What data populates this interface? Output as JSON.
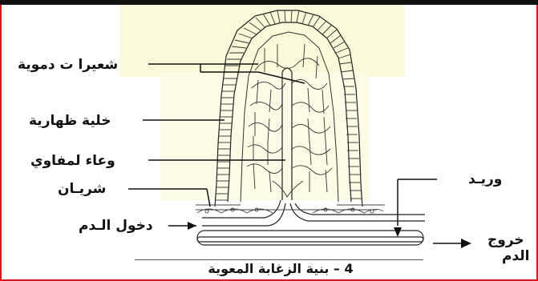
{
  "labels": {
    "capillaries": "شعيرا ت دموية",
    "epithelial_cell": "خلية ظهارية",
    "lymph_vessel": "وعاء لمفاوي",
    "artery": "شريـان",
    "blood_in": "دخول الـدم",
    "vein": "وريـد",
    "blood_out_1": "خروج",
    "blood_out_2": "الدم"
  },
  "caption": "4 – بنية الزغابة المعوية",
  "colors": {
    "border": "#d61c1c",
    "background_tint": "#fbf7d8",
    "ink": "#111111"
  }
}
